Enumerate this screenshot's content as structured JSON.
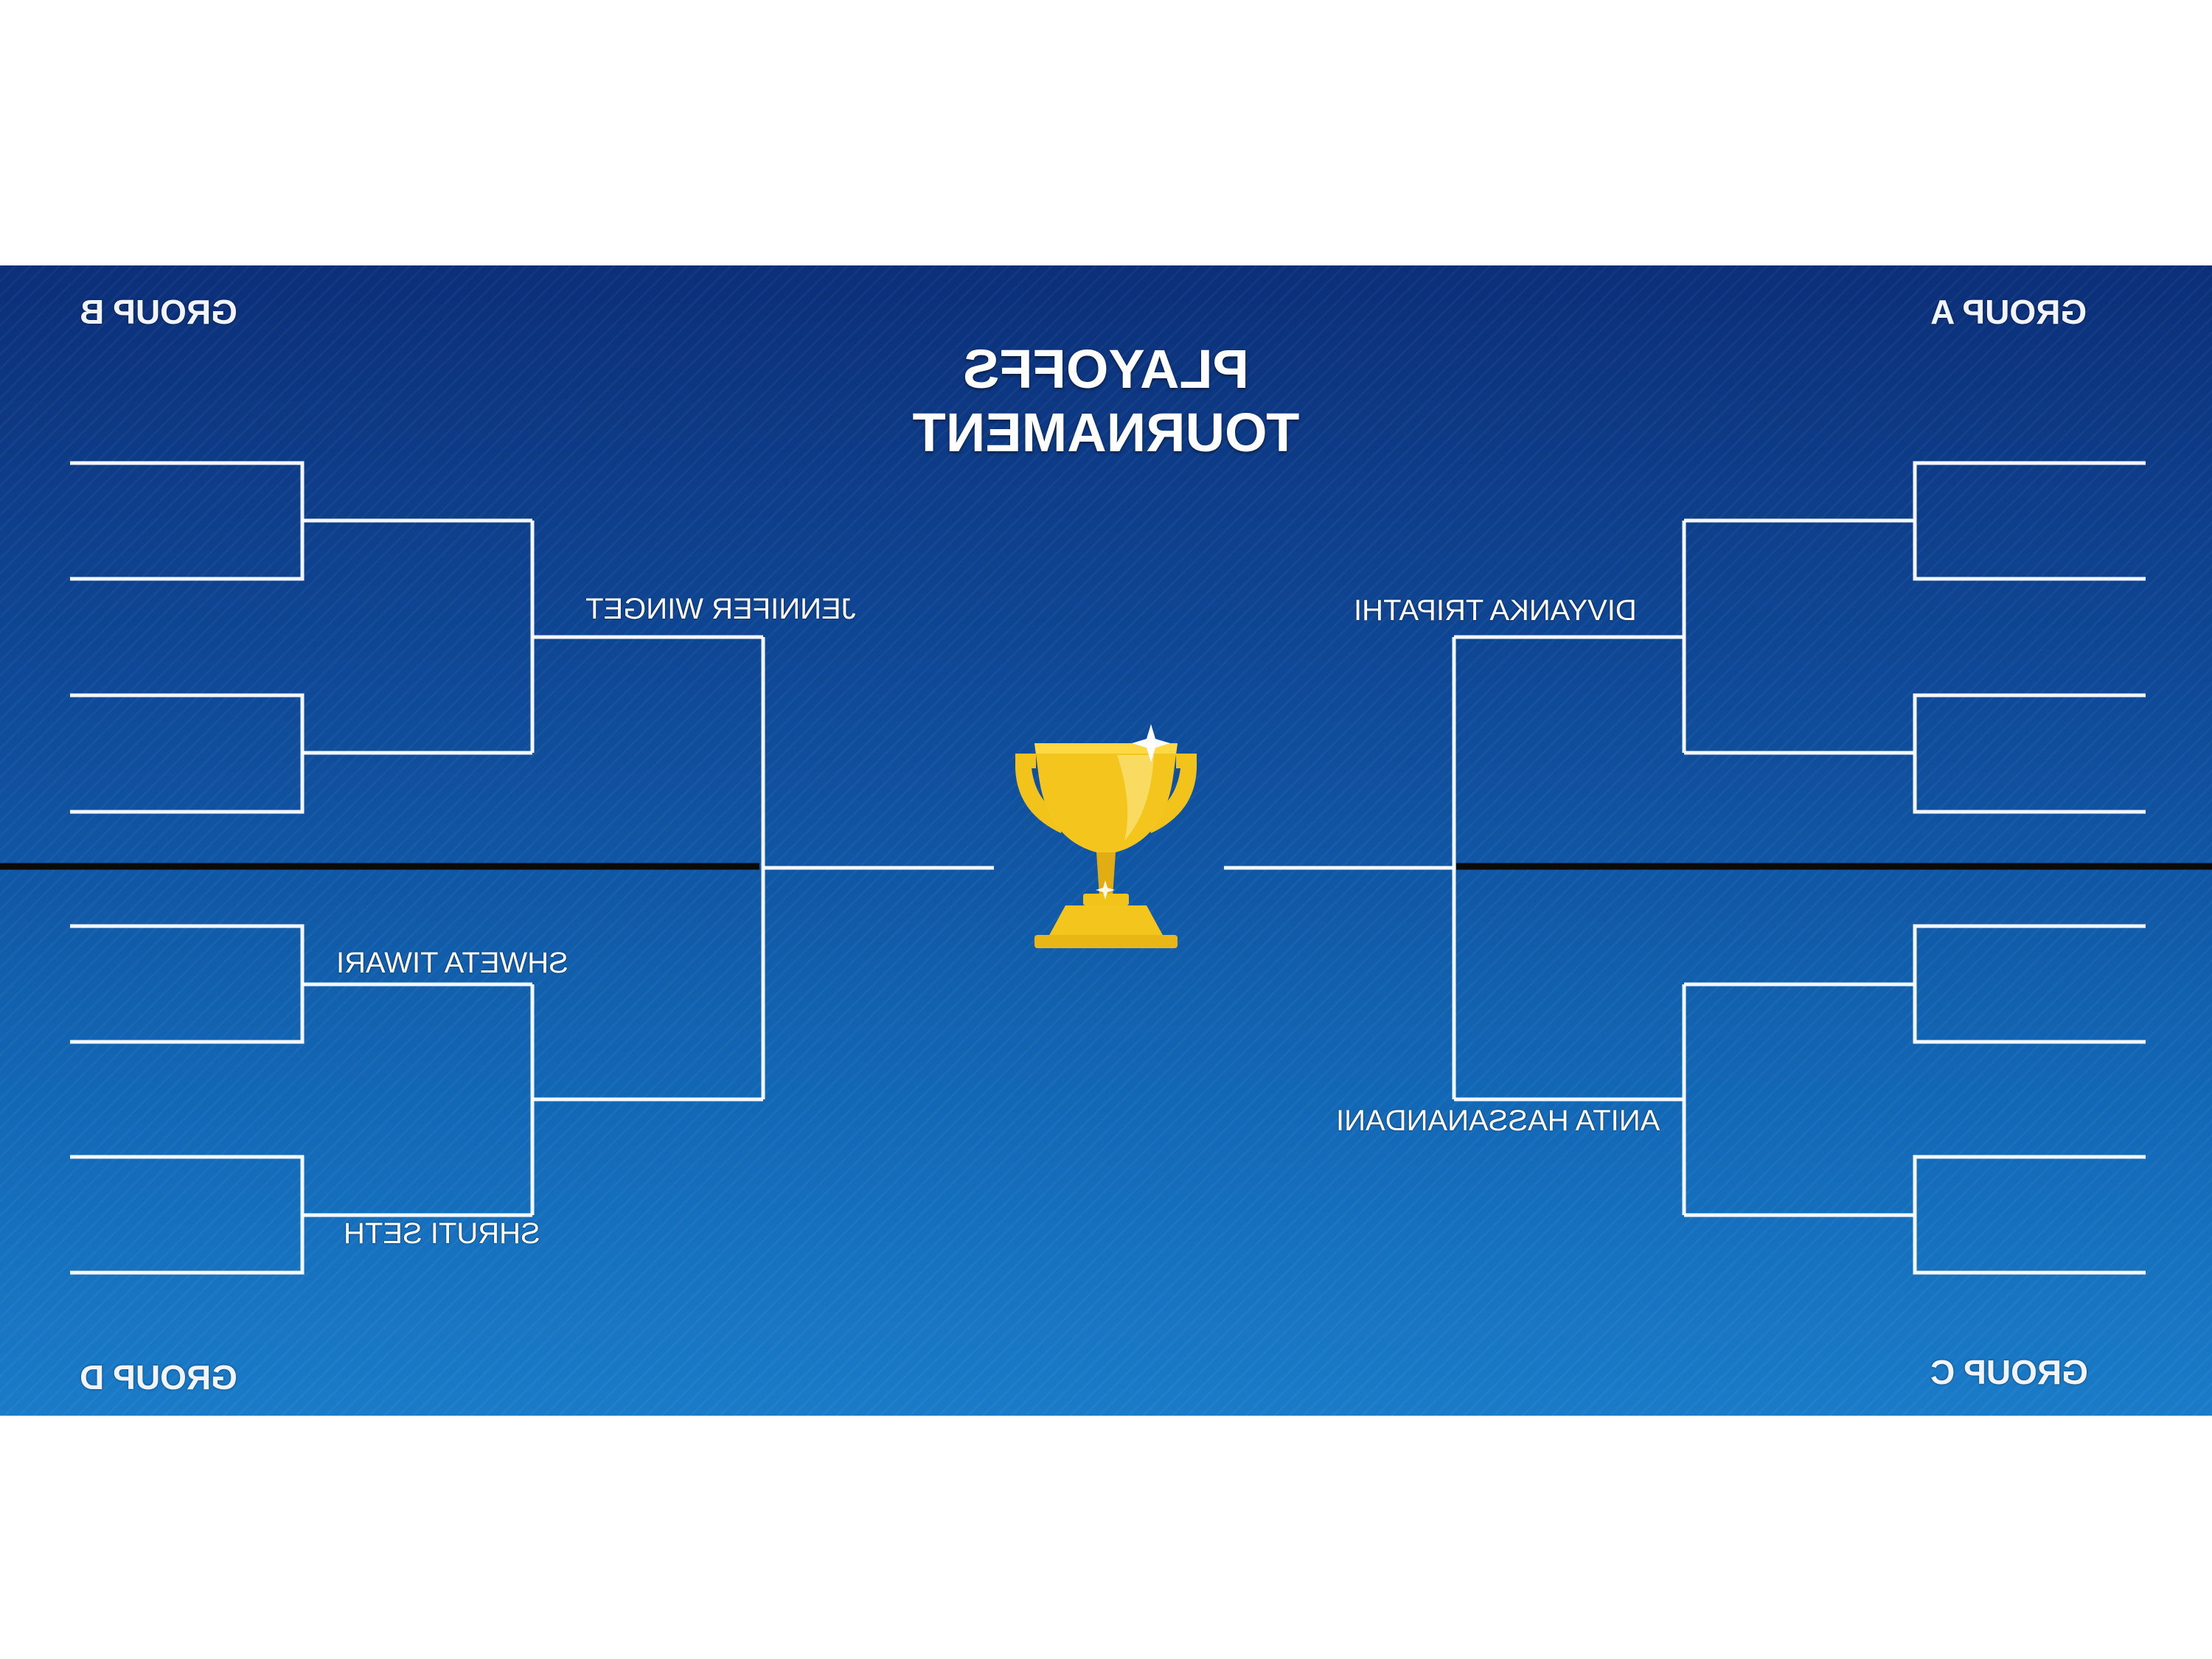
{
  "title": {
    "line1": "PLAYOFFS",
    "line2": "TOURNAMENT"
  },
  "groups": {
    "a": "GROUP A",
    "b": "GROUP B",
    "c": "GROUP C",
    "d": "GROUP D"
  },
  "players": {
    "jennifer": "JENNIFER WINGET",
    "divyanka": "DIVYANKA TRIPATHI",
    "shweta": "SHWETA TIWARI",
    "shruti": "SHRUTI SETH",
    "anita": "ANITA HASSANANDANI"
  },
  "icons": {
    "center": "trophy-icon"
  },
  "colors": {
    "board_top": "#0c2f79",
    "board_bottom": "#1a7bc8",
    "bracket_line": "#ffffff",
    "divider": "#000000",
    "trophy": "#f2c31a"
  }
}
